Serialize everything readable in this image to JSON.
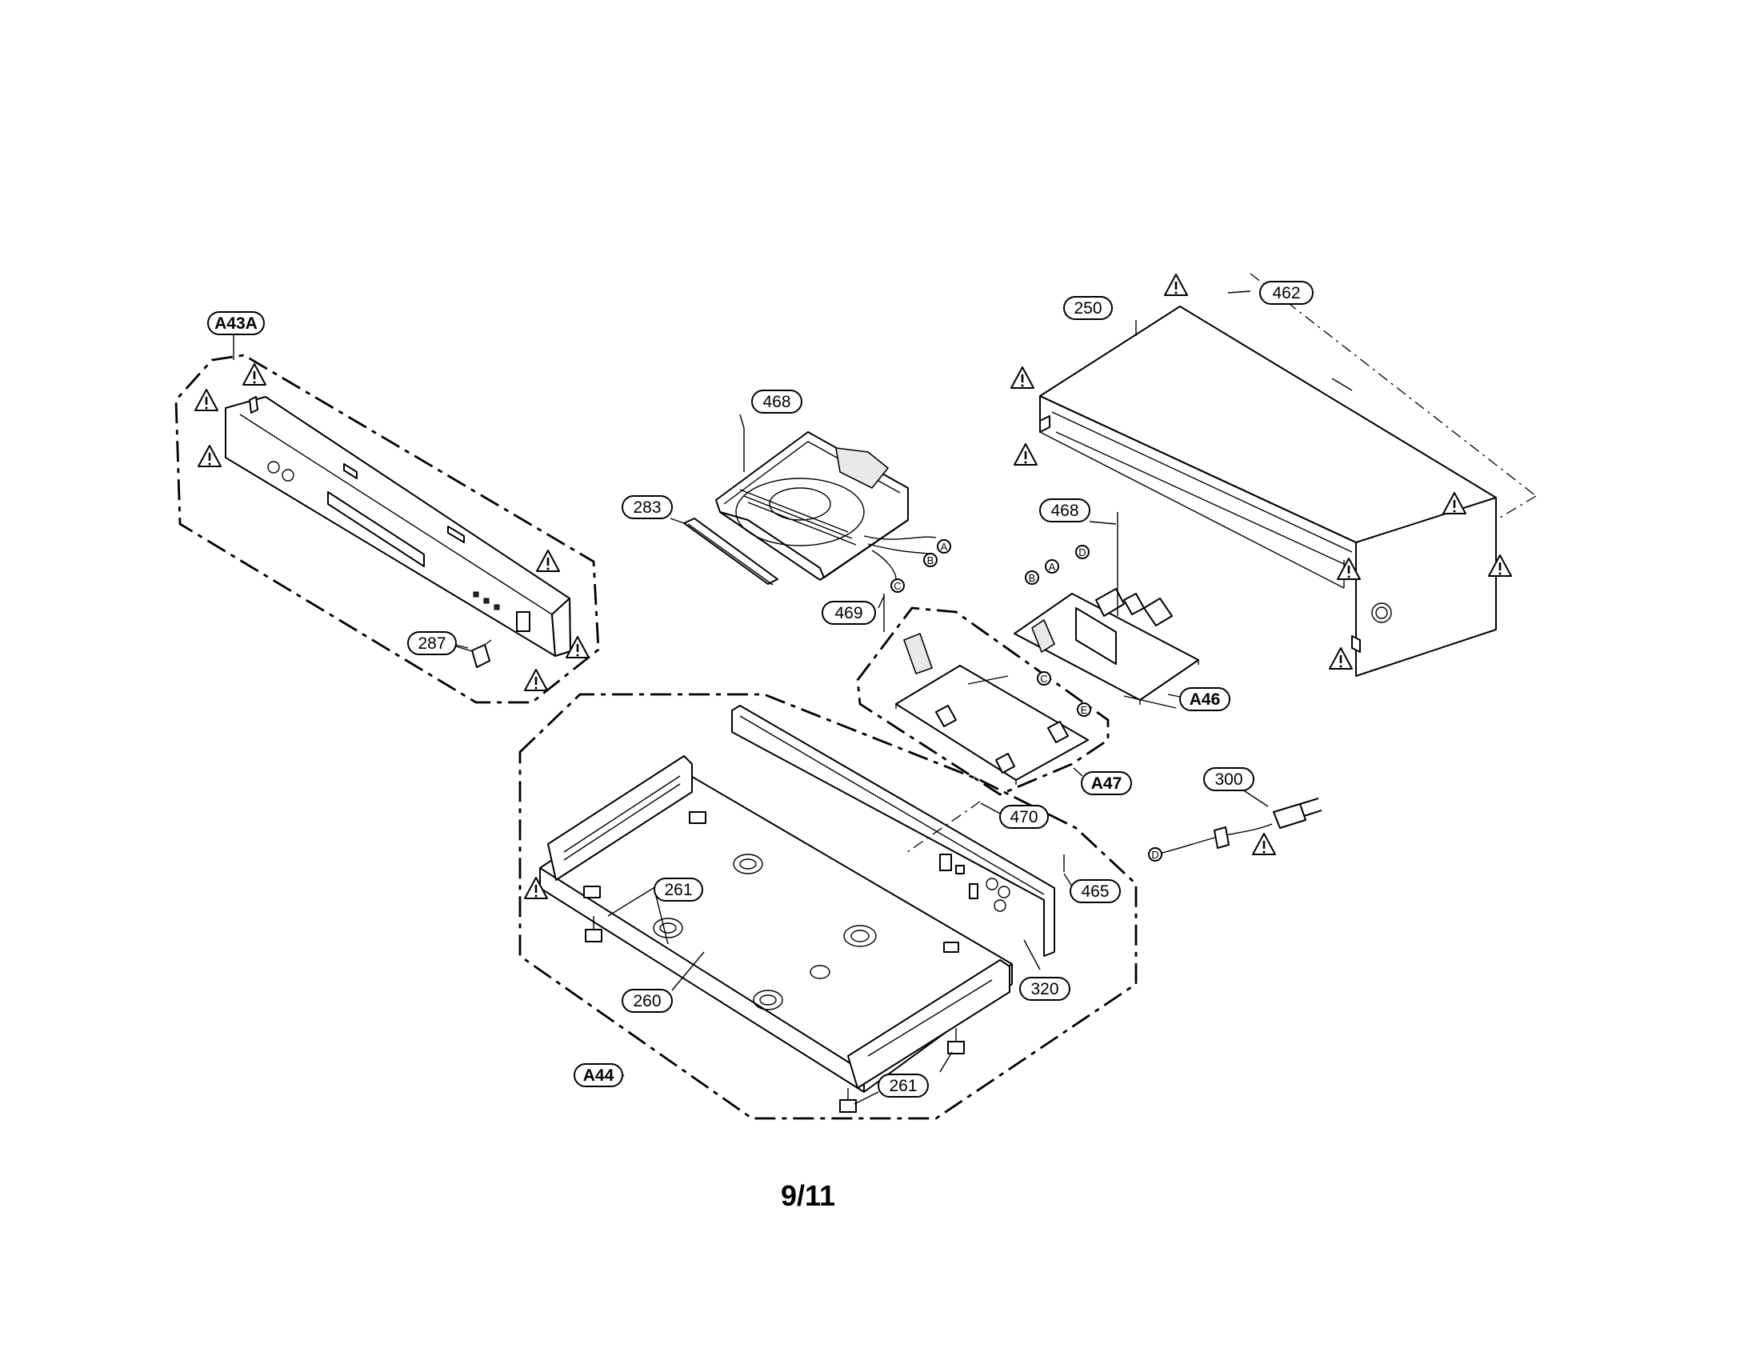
{
  "page_number": "9/11",
  "warning_symbol": "warning-triangle-icon",
  "part_labels": {
    "A43A": "A43A",
    "A44": "A44",
    "A46": "A46",
    "A47": "A47",
    "p250": "250",
    "p260": "260",
    "p261a": "261",
    "p261b": "261",
    "p283": "283",
    "p287": "287",
    "p300": "300",
    "p320": "320",
    "p462": "462",
    "p465": "465",
    "p468a": "468",
    "p468b": "468",
    "p469": "469",
    "p470": "470"
  },
  "connector_letters": {
    "a": "A",
    "b": "B",
    "c": "C",
    "d": "D",
    "e": "E"
  }
}
